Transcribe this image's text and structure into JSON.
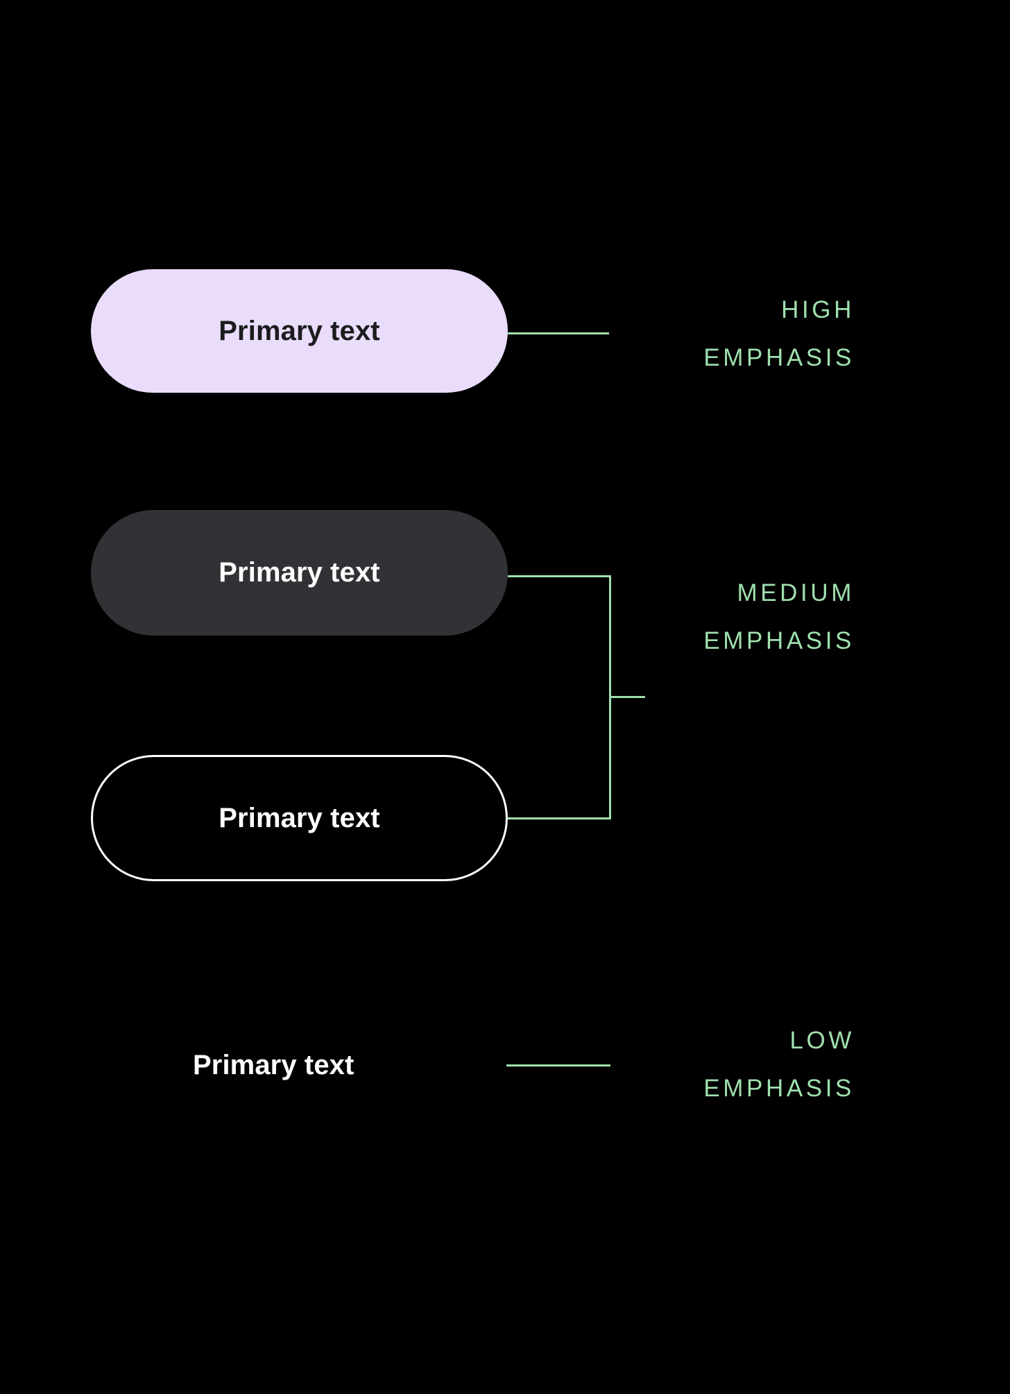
{
  "page": {
    "background_color": "#000000",
    "accent_green": "#9FE0AE",
    "title": "Button emphasis hierarchy"
  },
  "buttons": [
    {
      "id": "filled",
      "label": "Primary text",
      "variant": "filled",
      "background_color": "#EADCFB",
      "text_color": "#1C1C1E",
      "emphasis": "high"
    },
    {
      "id": "tonal",
      "label": "Primary text",
      "variant": "tonal",
      "background_color": "#323236",
      "text_color": "#FFFFFF",
      "emphasis": "medium"
    },
    {
      "id": "outlined",
      "label": "Primary text",
      "variant": "outlined",
      "background_color": "transparent",
      "border_color": "#FFFFFF",
      "text_color": "#FFFFFF",
      "emphasis": "medium"
    },
    {
      "id": "text",
      "label": "Primary text",
      "variant": "text",
      "background_color": "transparent",
      "text_color": "#FFFFFF",
      "emphasis": "low"
    }
  ],
  "annotations": [
    {
      "id": "high",
      "line1": "HIGH",
      "line2": "EMPHASIS",
      "color": "#9FE0AE",
      "connector": "single-line"
    },
    {
      "id": "medium",
      "line1": "MEDIUM",
      "line2": "EMPHASIS",
      "color": "#9FE0AE",
      "connector": "bracket"
    },
    {
      "id": "low",
      "line1": "LOW",
      "line2": "EMPHASIS",
      "color": "#9FE0AE",
      "connector": "single-line"
    }
  ]
}
